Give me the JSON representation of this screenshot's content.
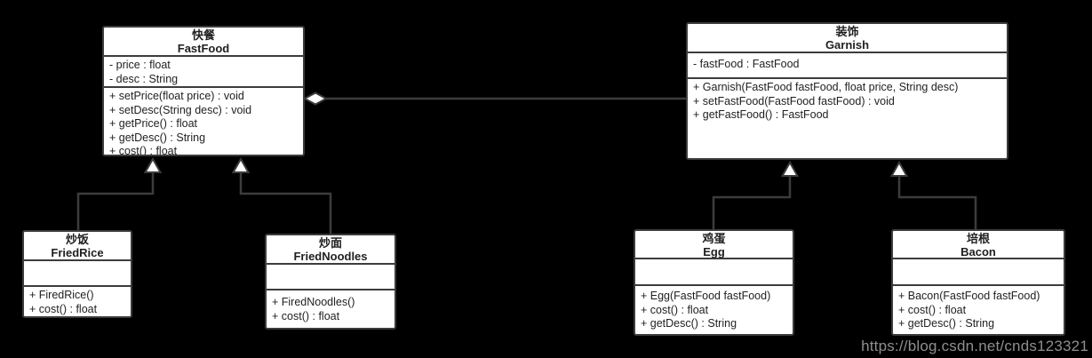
{
  "canvas": {
    "background": "#000000"
  },
  "colors": {
    "canvas_bg": "#000000",
    "node_fill": "#ffffff",
    "node_border": "#3c3c3c",
    "node_text": "#1f1f1f",
    "connector": "#3c3c3c",
    "watermark_text": "#8f8f8f"
  },
  "classes": {
    "fastfood": {
      "name_zh": "快餐",
      "name_en": "FastFood",
      "attributes": [
        "- price : float",
        "- desc : String"
      ],
      "methods": [
        "+ setPrice(float price) : void",
        "+ setDesc(String desc) : void",
        "+ getPrice() : float",
        "+ getDesc() : String",
        "+ cost() : float"
      ]
    },
    "garnish": {
      "name_zh": "装饰",
      "name_en": "Garnish",
      "attributes": [
        "- fastFood : FastFood"
      ],
      "methods": [
        "+ Garnish(FastFood fastFood, float price, String desc)",
        "+ setFastFood(FastFood fastFood) : void",
        "+ getFastFood() : FastFood"
      ]
    },
    "friedrice": {
      "name_zh": "炒饭",
      "name_en": "FriedRice",
      "attributes": [],
      "methods": [
        "+ FiredRice()",
        "+ cost() : float"
      ]
    },
    "friednoodles": {
      "name_zh": "炒面",
      "name_en": "FriedNoodles",
      "attributes": [],
      "methods": [
        "+ FiredNoodles()",
        "+ cost() : float"
      ]
    },
    "egg": {
      "name_zh": "鸡蛋",
      "name_en": "Egg",
      "attributes": [],
      "methods": [
        "+ Egg(FastFood fastFood)",
        "+ cost() : float",
        "+ getDesc() : String"
      ]
    },
    "bacon": {
      "name_zh": "培根",
      "name_en": "Bacon",
      "attributes": [],
      "methods": [
        "+ Bacon(FastFood fastFood)",
        "+ cost() : float",
        "+ getDesc() : String"
      ]
    }
  },
  "relationships": [
    {
      "type": "aggregation",
      "from": "garnish",
      "to": "fastfood"
    },
    {
      "type": "generalization",
      "from": "friedrice",
      "to": "fastfood"
    },
    {
      "type": "generalization",
      "from": "friednoodles",
      "to": "fastfood"
    },
    {
      "type": "generalization",
      "from": "egg",
      "to": "garnish"
    },
    {
      "type": "generalization",
      "from": "bacon",
      "to": "garnish"
    }
  ],
  "watermark": {
    "text": "https://blog.csdn.net/cnds123321"
  }
}
